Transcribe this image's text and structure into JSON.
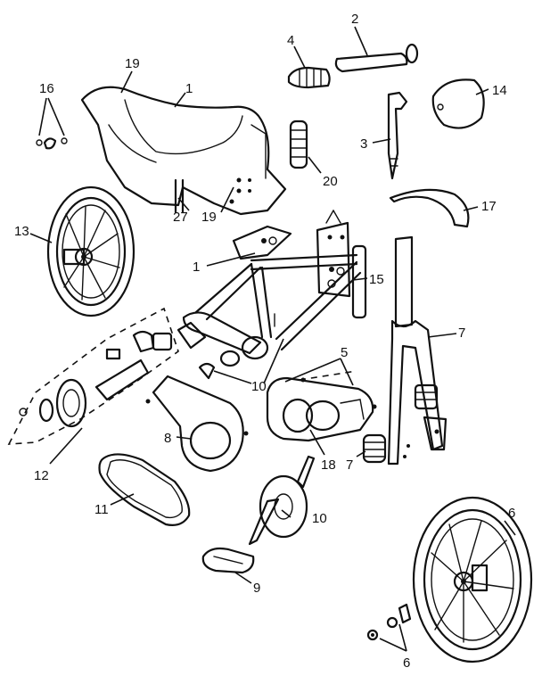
{
  "callouts": [
    "19",
    "1",
    "16",
    "2",
    "4",
    "14",
    "3",
    "20",
    "17",
    "27",
    "19",
    "13",
    "1",
    "15",
    "7",
    "5",
    "10",
    "8",
    "18",
    "7",
    "12",
    "11",
    "10",
    "9",
    "6",
    "6"
  ]
}
